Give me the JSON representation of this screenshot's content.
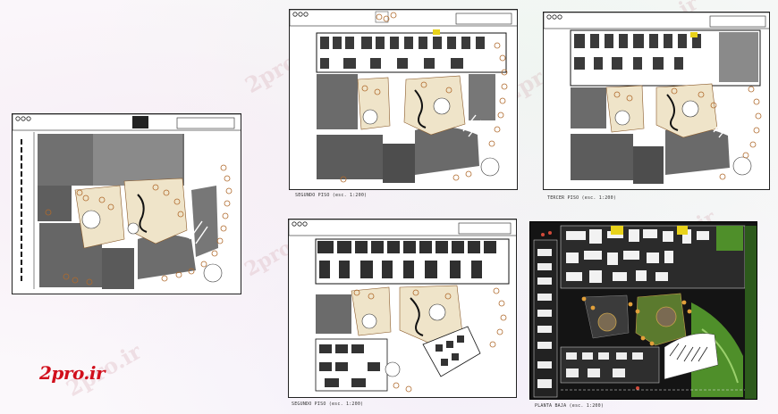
{
  "watermark": {
    "text": "2pro.ir"
  },
  "logo": {
    "text": "2pro.ir"
  },
  "sheets": {
    "site_plan": {
      "caption": ""
    },
    "segundo_piso_a": {
      "caption": "SEGUNDO PISO (esc. 1:200)"
    },
    "tercer_piso": {
      "caption": "TERCER PISO (esc. 1:200)"
    },
    "segundo_piso_b": {
      "caption": "SEGUNDO PISO (esc. 1:200)"
    },
    "planta_baja": {
      "caption": "PLANTA BAJA (esc. 1:200)"
    }
  },
  "colors": {
    "building_gray": "#6b6b6b",
    "dark_gray": "#4a4a4a",
    "tree_brown": "#b06a2c",
    "landscape_beige": "#efe4c9",
    "lawn_green": "#4f8f2a",
    "accent_yellow": "#e8d21a",
    "sheet_black": "#1a1a1a"
  }
}
